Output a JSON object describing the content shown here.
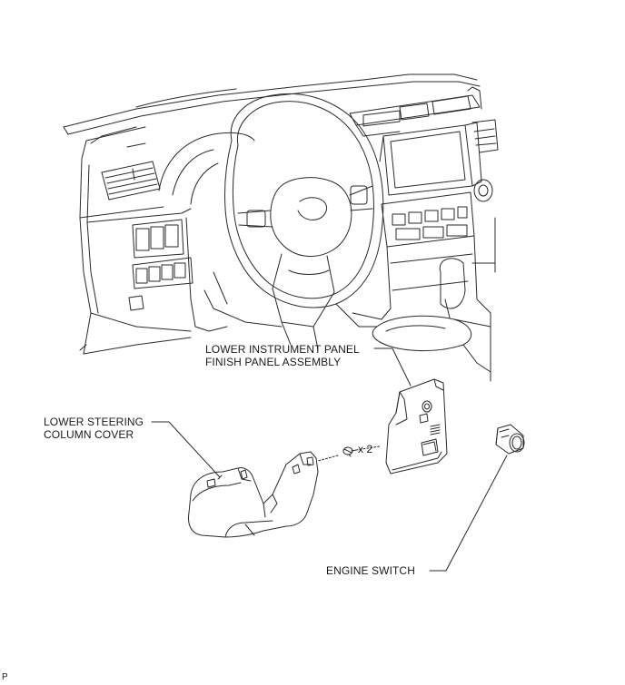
{
  "labels": {
    "lower_instrument_panel_line1": "LOWER INSTRUMENT PANEL",
    "lower_instrument_panel_line2": "FINISH PANEL ASSEMBLY",
    "lower_steering_line1": "LOWER STEERING",
    "lower_steering_line2": "COLUMN COVER",
    "engine_switch": "ENGINE SWITCH",
    "screw_quantity": "x 2",
    "reference_code": "P"
  },
  "colors": {
    "line": "#2a2a2a",
    "text": "#1a1a1a",
    "background": "#ffffff"
  }
}
